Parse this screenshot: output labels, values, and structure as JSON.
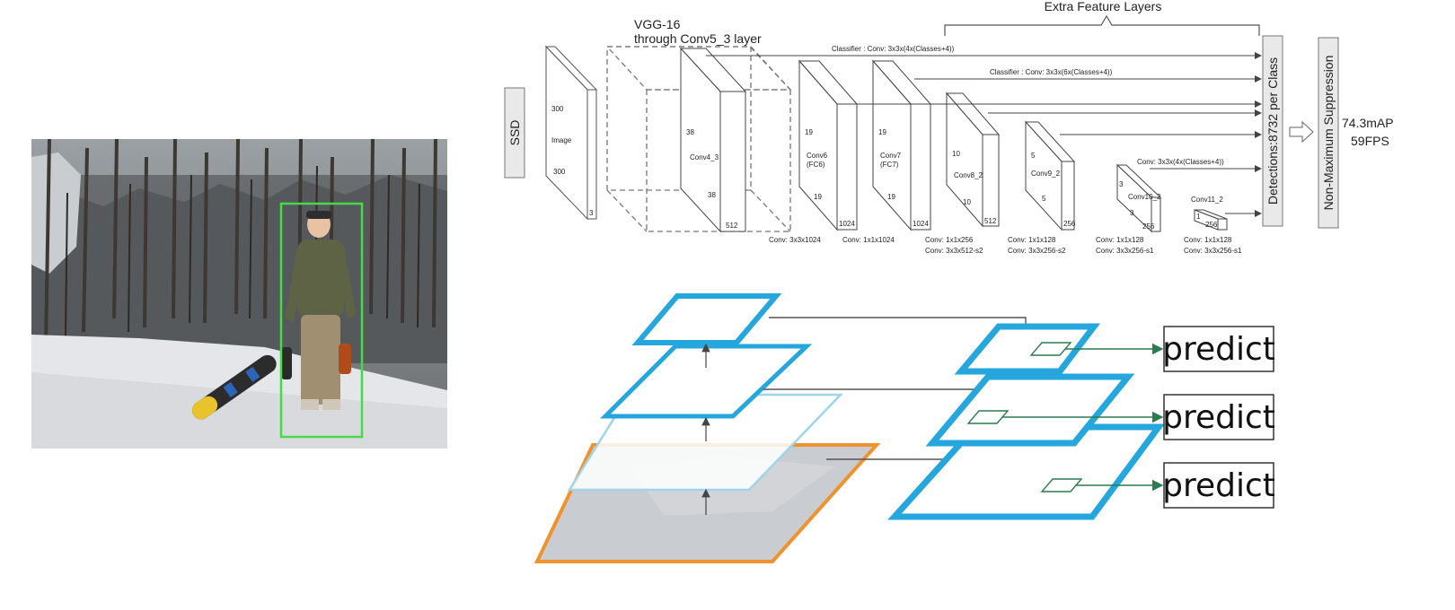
{
  "ssd": {
    "model_label": "SSD",
    "vgg_label_line1": "VGG-16",
    "vgg_label_line2": "through Conv5_3 layer",
    "extra_layers_label": "Extra Feature Layers",
    "classifier_1": "Classifier : Conv: 3x3x(4x(Classes+4))",
    "classifier_2": "Classifier : Conv: 3x3x(6x(Classes+4))",
    "classifier_3": "Conv: 3x3x(4x(Classes+4))",
    "detections_label": "Detections:8732  per Class",
    "nms_label": "Non-Maximum Suppression",
    "map_label": "74.3mAP",
    "fps_label": "59FPS",
    "input": {
      "size_top": "300",
      "name": "Image",
      "size_mid": "300",
      "channels": "3"
    },
    "conv4": {
      "size": "38",
      "name": "Conv4_3",
      "size_bottom": "38",
      "channels": "512"
    },
    "conv6": {
      "size": "19",
      "name_line1": "Conv6",
      "name_line2": "(FC6)",
      "size_bottom": "19",
      "channels": "1024"
    },
    "conv7": {
      "size": "19",
      "name_line1": "Conv7",
      "name_line2": "(FC7)",
      "size_bottom": "19",
      "channels": "1024"
    },
    "conv8": {
      "size": "10",
      "name": "Conv8_2",
      "size_bottom": "10",
      "channels": "512"
    },
    "conv9": {
      "size": "5",
      "name": "Conv9_2",
      "size_bottom": "5",
      "channels": "256"
    },
    "conv10": {
      "size": "3",
      "name": "Conv10_2",
      "size_bottom": "3",
      "channels": "256"
    },
    "conv11": {
      "name": "Conv11_2",
      "size": "1",
      "channels": "256"
    },
    "conv_labels": [
      {
        "line1": "Conv: 3x3x1024",
        "line2": ""
      },
      {
        "line1": "Conv: 1x1x1024",
        "line2": ""
      },
      {
        "line1": "Conv: 1x1x256",
        "line2": "Conv: 3x3x512-s2"
      },
      {
        "line1": "Conv: 1x1x128",
        "line2": "Conv: 3x3x256-s2"
      },
      {
        "line1": "Conv: 1x1x128",
        "line2": "Conv: 3x3x256-s1"
      },
      {
        "line1": "Conv: 1x1x128",
        "line2": "Conv: 3x3x256-s1"
      }
    ]
  },
  "fpn": {
    "predict_labels": [
      "predict",
      "predict",
      "predict"
    ]
  },
  "colors": {
    "detection_box": "#49d84a",
    "fpn_blue": "#25a6dc",
    "fpn_light_blue": "#9fd4ea",
    "fpn_orange": "#f0922e",
    "predict_arrow": "#2a7d4f"
  }
}
